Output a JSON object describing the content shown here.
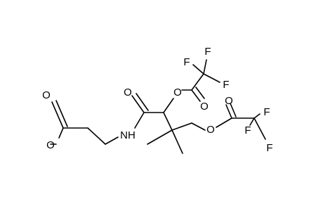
{
  "molecule": {
    "atom_labels": {
      "ester_carbonyl_o": "O",
      "ester_ether_o": "O",
      "amide_n": "NH",
      "amide_carbonyl_o": "O",
      "ester1_o": "O",
      "ester1_carbonyl_o": "O",
      "ester1_f_top_left": "F",
      "ester1_f_top": "F",
      "ester1_f_right": "F",
      "ester2_o": "O",
      "ester2_carbonyl_o": "O",
      "ester2_f_top": "F",
      "ester2_f_left": "F",
      "ester2_f_bottom": "F"
    },
    "colors": {
      "bond": "#000000",
      "label": "#000000",
      "background": "#ffffff"
    }
  }
}
